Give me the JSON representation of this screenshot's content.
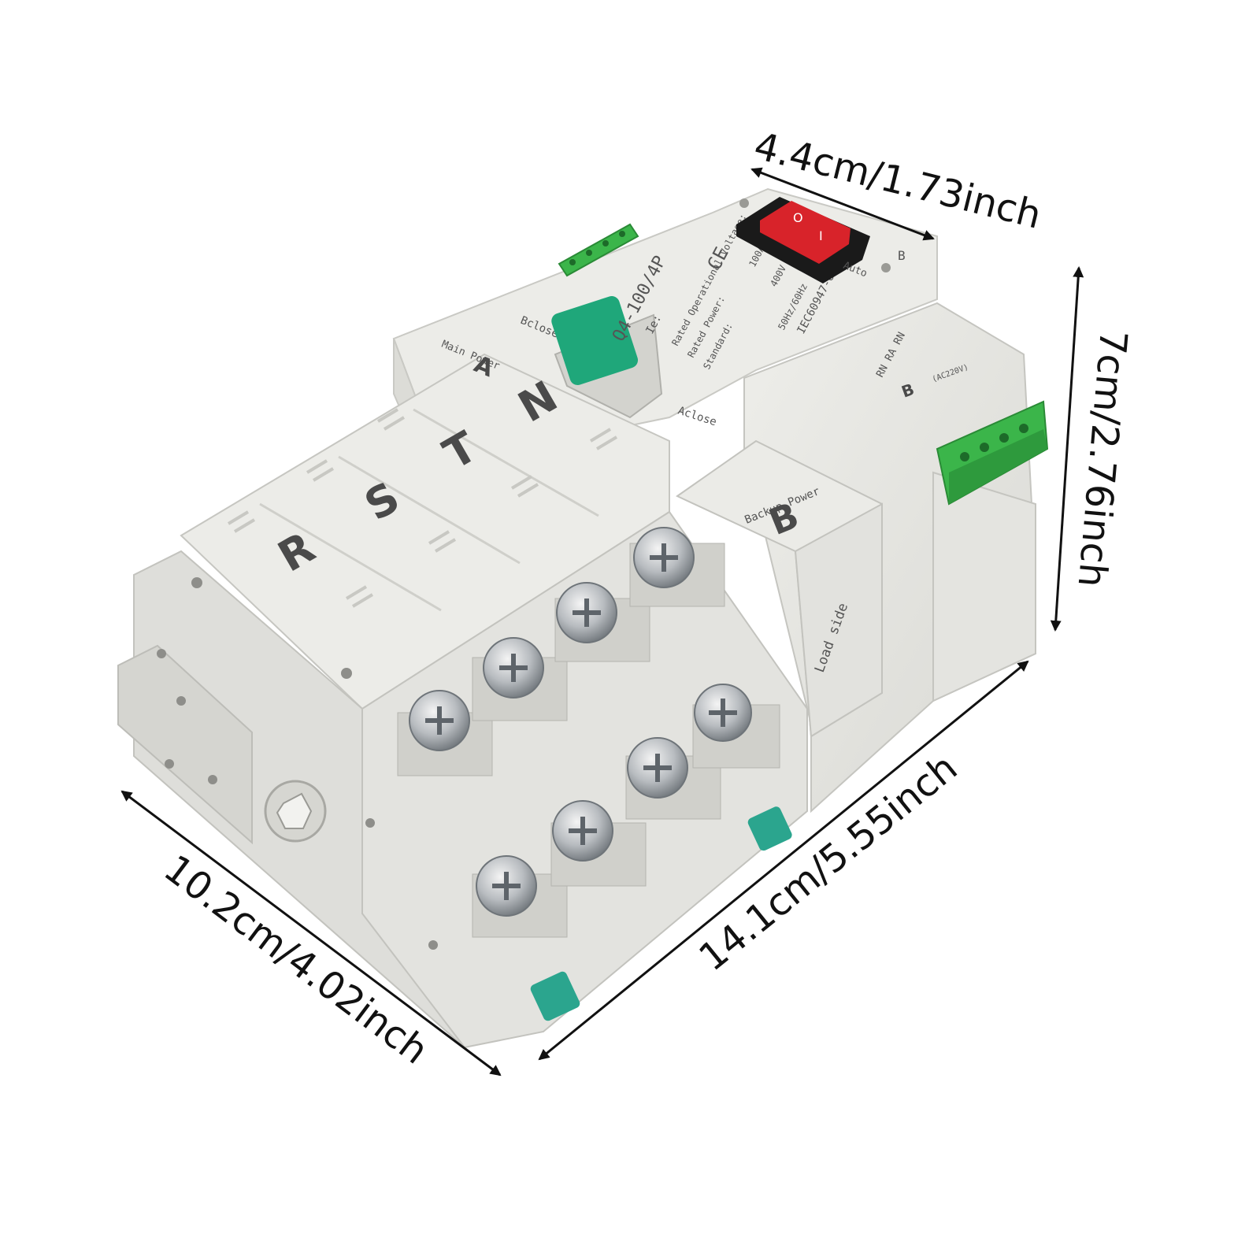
{
  "dimensions": {
    "width": "4.4cm/1.73inch",
    "height": "7cm/2.76inch",
    "depth": "10.2cm/4.02inch",
    "length": "14.1cm/5.55inch"
  },
  "phase_labels": [
    "R",
    "S",
    "T",
    "N"
  ],
  "front_labels": {
    "model": "Q4-100/4P",
    "ie": "Ie:",
    "rated_voltage": "Rated Operational Voltage:",
    "rated_power": "Rated Power:",
    "standard": "Standard:",
    "current": "100A",
    "voltage": "400V",
    "frequency": "50Hz/60Hz",
    "standard_value": "IEC60947-6-1",
    "ce": "CE",
    "aclose_top": "Bclose",
    "aclose_bottom": "Aclose",
    "main_power": "Main Power",
    "main_letter": "A",
    "backup_power": "Backup Power",
    "backup_letter": "B",
    "load_side": "Load side",
    "auto": "Auto",
    "switch_on": "O",
    "switch_off": "I",
    "terminal_labels": "RN RA RN",
    "terminal_b": "B",
    "ac_voltage": "(AC220V)"
  },
  "colors": {
    "body": "#e6e6e2",
    "body_shadow": "#cfcfca",
    "switch_red": "#d8232a",
    "lever_green": "#1fa77a",
    "terminal_green": "#3bb54a",
    "latch_teal": "#2ba58e"
  }
}
